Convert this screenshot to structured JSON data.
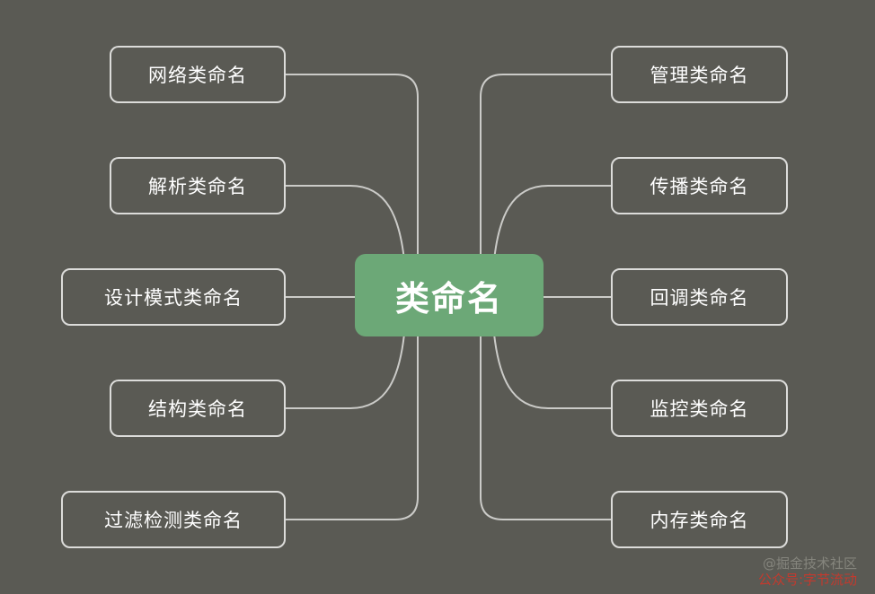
{
  "page": {
    "background_color": "#5a5a54",
    "line_color": "#cbcbc8",
    "node_border_color": "#dcdcda",
    "node_text_color": "#ffffff",
    "center_color": "#6ca877"
  },
  "center": {
    "label": "类命名"
  },
  "left_nodes": [
    {
      "label": "网络类命名"
    },
    {
      "label": "解析类命名"
    },
    {
      "label": "设计模式类命名"
    },
    {
      "label": "结构类命名"
    },
    {
      "label": "过滤检测类命名"
    }
  ],
  "right_nodes": [
    {
      "label": "管理类命名"
    },
    {
      "label": "传播类命名"
    },
    {
      "label": "回调类命名"
    },
    {
      "label": "监控类命名"
    },
    {
      "label": "内存类命名"
    }
  ],
  "watermark": {
    "community": "@掘金技术社区",
    "account": "公众号:字节流动"
  }
}
